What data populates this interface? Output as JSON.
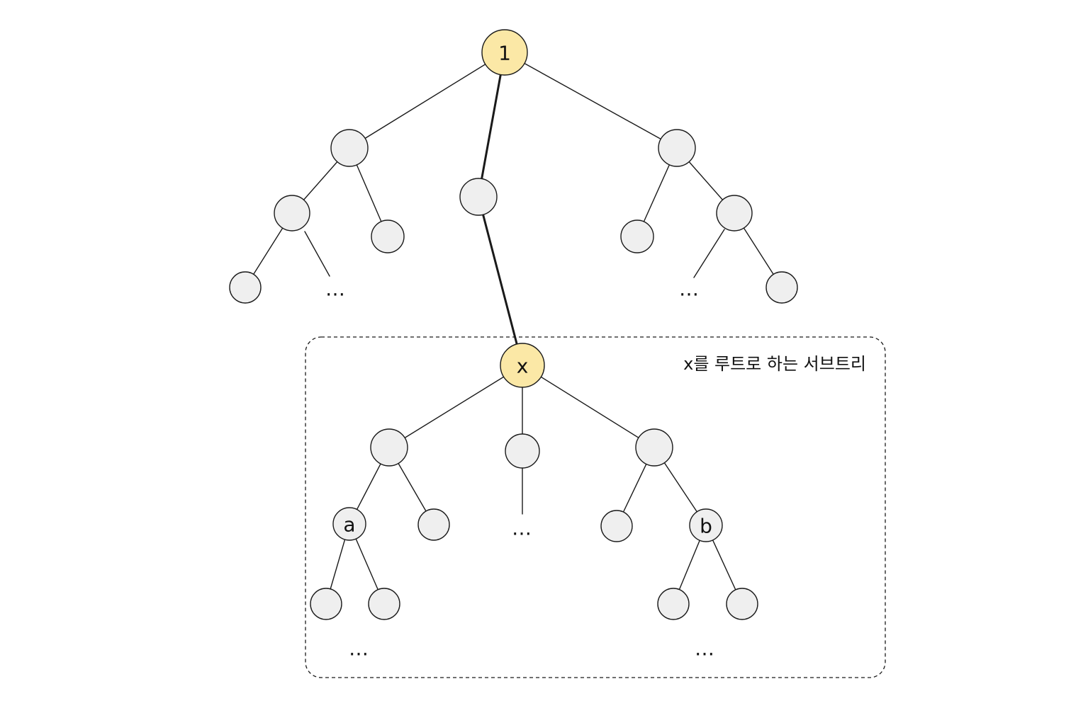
{
  "colors": {
    "highlight_fill": "#fbe8a6",
    "node_fill": "#efefef",
    "stroke": "#1a1a1a",
    "background": "#ffffff"
  },
  "subtree": {
    "label": "x를 루트로 하는 서브트리"
  },
  "nodes": [
    {
      "id": "root",
      "label": "1",
      "highlight": true
    },
    {
      "id": "n-left",
      "label": "",
      "highlight": false
    },
    {
      "id": "n-mid",
      "label": "",
      "highlight": false
    },
    {
      "id": "n-right",
      "label": "",
      "highlight": false
    },
    {
      "id": "n-left-left",
      "label": "",
      "highlight": false
    },
    {
      "id": "n-left-right",
      "label": "",
      "highlight": false
    },
    {
      "id": "n-left-left-left",
      "label": "",
      "highlight": false
    },
    {
      "id": "n-right-left",
      "label": "",
      "highlight": false
    },
    {
      "id": "n-right-right",
      "label": "",
      "highlight": false
    },
    {
      "id": "n-right-right-right",
      "label": "",
      "highlight": false
    },
    {
      "id": "x",
      "label": "x",
      "highlight": true
    },
    {
      "id": "x-left",
      "label": "",
      "highlight": false
    },
    {
      "id": "x-mid",
      "label": "",
      "highlight": false
    },
    {
      "id": "x-right",
      "label": "",
      "highlight": false
    },
    {
      "id": "a",
      "label": "a",
      "highlight": false
    },
    {
      "id": "x-left-right",
      "label": "",
      "highlight": false
    },
    {
      "id": "x-right-left",
      "label": "",
      "highlight": false
    },
    {
      "id": "b",
      "label": "b",
      "highlight": false
    },
    {
      "id": "a-left",
      "label": "",
      "highlight": false
    },
    {
      "id": "a-right",
      "label": "",
      "highlight": false
    },
    {
      "id": "b-left",
      "label": "",
      "highlight": false
    },
    {
      "id": "b-right",
      "label": "",
      "highlight": false
    }
  ],
  "edges": [
    {
      "from": "root",
      "to": "n-left",
      "path": false
    },
    {
      "from": "root",
      "to": "n-mid",
      "path": true
    },
    {
      "from": "root",
      "to": "n-right",
      "path": false
    },
    {
      "from": "n-left",
      "to": "n-left-left",
      "path": false
    },
    {
      "from": "n-left",
      "to": "n-left-right",
      "path": false
    },
    {
      "from": "n-left-left",
      "to": "n-left-left-left",
      "path": false
    },
    {
      "from": "n-right",
      "to": "n-right-left",
      "path": false
    },
    {
      "from": "n-right",
      "to": "n-right-right",
      "path": false
    },
    {
      "from": "n-right-right",
      "to": "n-right-right-right",
      "path": false
    },
    {
      "from": "n-mid",
      "to": "x",
      "path": true
    },
    {
      "from": "x",
      "to": "x-left",
      "path": false
    },
    {
      "from": "x",
      "to": "x-mid",
      "path": false
    },
    {
      "from": "x",
      "to": "x-right",
      "path": false
    },
    {
      "from": "x-left",
      "to": "a",
      "path": false
    },
    {
      "from": "x-left",
      "to": "x-left-right",
      "path": false
    },
    {
      "from": "x-right",
      "to": "x-right-left",
      "path": false
    },
    {
      "from": "x-right",
      "to": "b",
      "path": false
    },
    {
      "from": "a",
      "to": "a-left",
      "path": false
    },
    {
      "from": "a",
      "to": "a-right",
      "path": false
    },
    {
      "from": "b",
      "to": "b-left",
      "path": false
    },
    {
      "from": "b",
      "to": "b-right",
      "path": false
    }
  ],
  "ellipsis_text": "…",
  "ellipses": [
    {
      "id": "ell-left-upper",
      "text": "…"
    },
    {
      "id": "ell-right-upper",
      "text": "…"
    },
    {
      "id": "ell-x-mid",
      "text": "…"
    },
    {
      "id": "ell-a",
      "text": "…"
    },
    {
      "id": "ell-b",
      "text": "…"
    }
  ]
}
